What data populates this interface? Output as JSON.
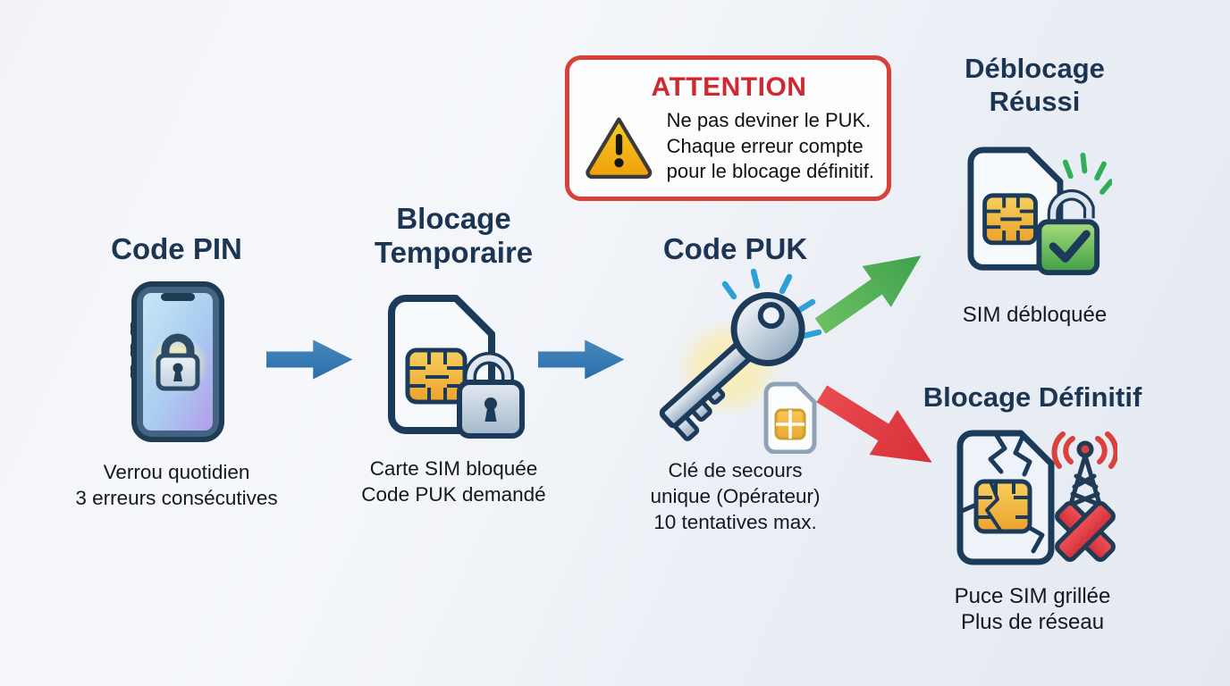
{
  "palette": {
    "heading": "#1c3553",
    "body_text": "#15181e",
    "warning_red": "#ce2931",
    "warning_border": "#d8403a",
    "arrow_blue": "#3279b4",
    "arrow_green": "#4cae54",
    "arrow_red": "#e23940",
    "sim_outline": "#1c3a5a",
    "chip_gold": "#f2b840",
    "background": "#eef1f7"
  },
  "steps": [
    {
      "icon": "phone-lock-icon",
      "title": "Code PIN",
      "caption_lines": [
        "Verrou quotidien",
        "3 erreurs consécutives"
      ]
    },
    {
      "icon": "sim-locked-icon",
      "title_lines": [
        "Blocage",
        "Temporaire"
      ],
      "caption_lines": [
        "Carte SIM bloquée",
        "Code PUK demandé"
      ]
    },
    {
      "icon": "puk-key-icon",
      "title": "Code PUK",
      "caption_lines": [
        "Clé de secours",
        "unique (Opérateur)",
        "10 tentatives max."
      ]
    }
  ],
  "outcomes": [
    {
      "icon": "sim-unlocked-icon",
      "title_lines": [
        "Déblocage",
        "Réussi"
      ],
      "caption_lines": [
        "SIM débloquée"
      ]
    },
    {
      "icon": "sim-broken-icon",
      "title_lines": [
        "Blocage Définitif"
      ],
      "caption_lines": [
        "Puce SIM grillée",
        "Plus de réseau"
      ]
    }
  ],
  "warning": {
    "icon": "warning-triangle-icon",
    "title": "ATTENTION",
    "lines": [
      "Ne pas deviner le PUK.",
      "Chaque erreur compte",
      "pour le blocage définitif."
    ]
  }
}
